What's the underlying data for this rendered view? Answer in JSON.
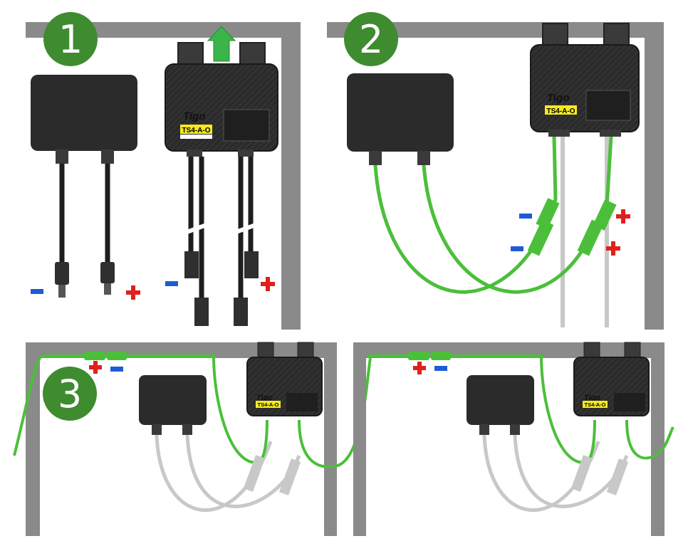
{
  "steps": [
    {
      "number": "1"
    },
    {
      "number": "2"
    },
    {
      "number": "3"
    }
  ],
  "optimizer": {
    "brand": "Tigo",
    "model_label": "TS4-A-O"
  },
  "polarity": {
    "minus": "−",
    "plus": "+"
  },
  "colors": {
    "frame": "#8a8a8a",
    "badge": "#3f8b2f",
    "cable_green": "#4bbf3a",
    "cable_grey": "#c8c8c8",
    "cable_black": "#1e1e1e",
    "box": "#2a2a2a",
    "label_yellow": "#f5ea1e",
    "arrow_green": "#39b54a",
    "minus_blue": "#1f5bd6",
    "plus_red": "#e0201c"
  },
  "icons": {
    "arrow": "up-arrow-icon",
    "plus": "plus-sign-icon",
    "minus": "minus-sign-icon"
  }
}
